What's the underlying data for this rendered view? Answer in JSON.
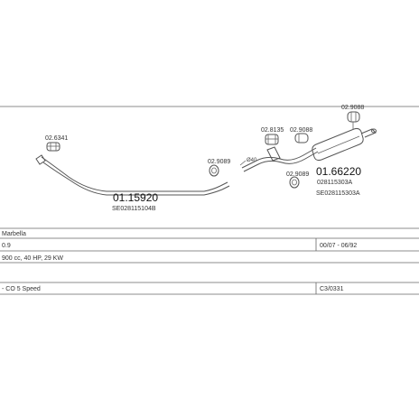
{
  "parts": {
    "clamp_left": "02.6341",
    "clamp_mid": "02.9089",
    "diameter_note": "Ø40",
    "clamp_center": "02.8135",
    "gasket_center": "02.9088",
    "clamp_right_low": "02.9089",
    "hanger_top_right": "02.9088",
    "front_pipe_number": "01.15920",
    "front_pipe_oe": "SE028115104B",
    "rear_box_number": "01.66220",
    "rear_box_oe": "028115303A",
    "rear_box_oe2": "SE028115303A"
  },
  "table": {
    "model": "Marbella",
    "engine": "0.9",
    "date_range": "00/07 - 06/92",
    "specs": "900 cc, 40 HP, 29 KW",
    "gearbox": "- CO 5 Speed",
    "ref": "C3/0331"
  },
  "colors": {
    "line": "#666666",
    "text": "#333333",
    "background": "#ffffff"
  }
}
